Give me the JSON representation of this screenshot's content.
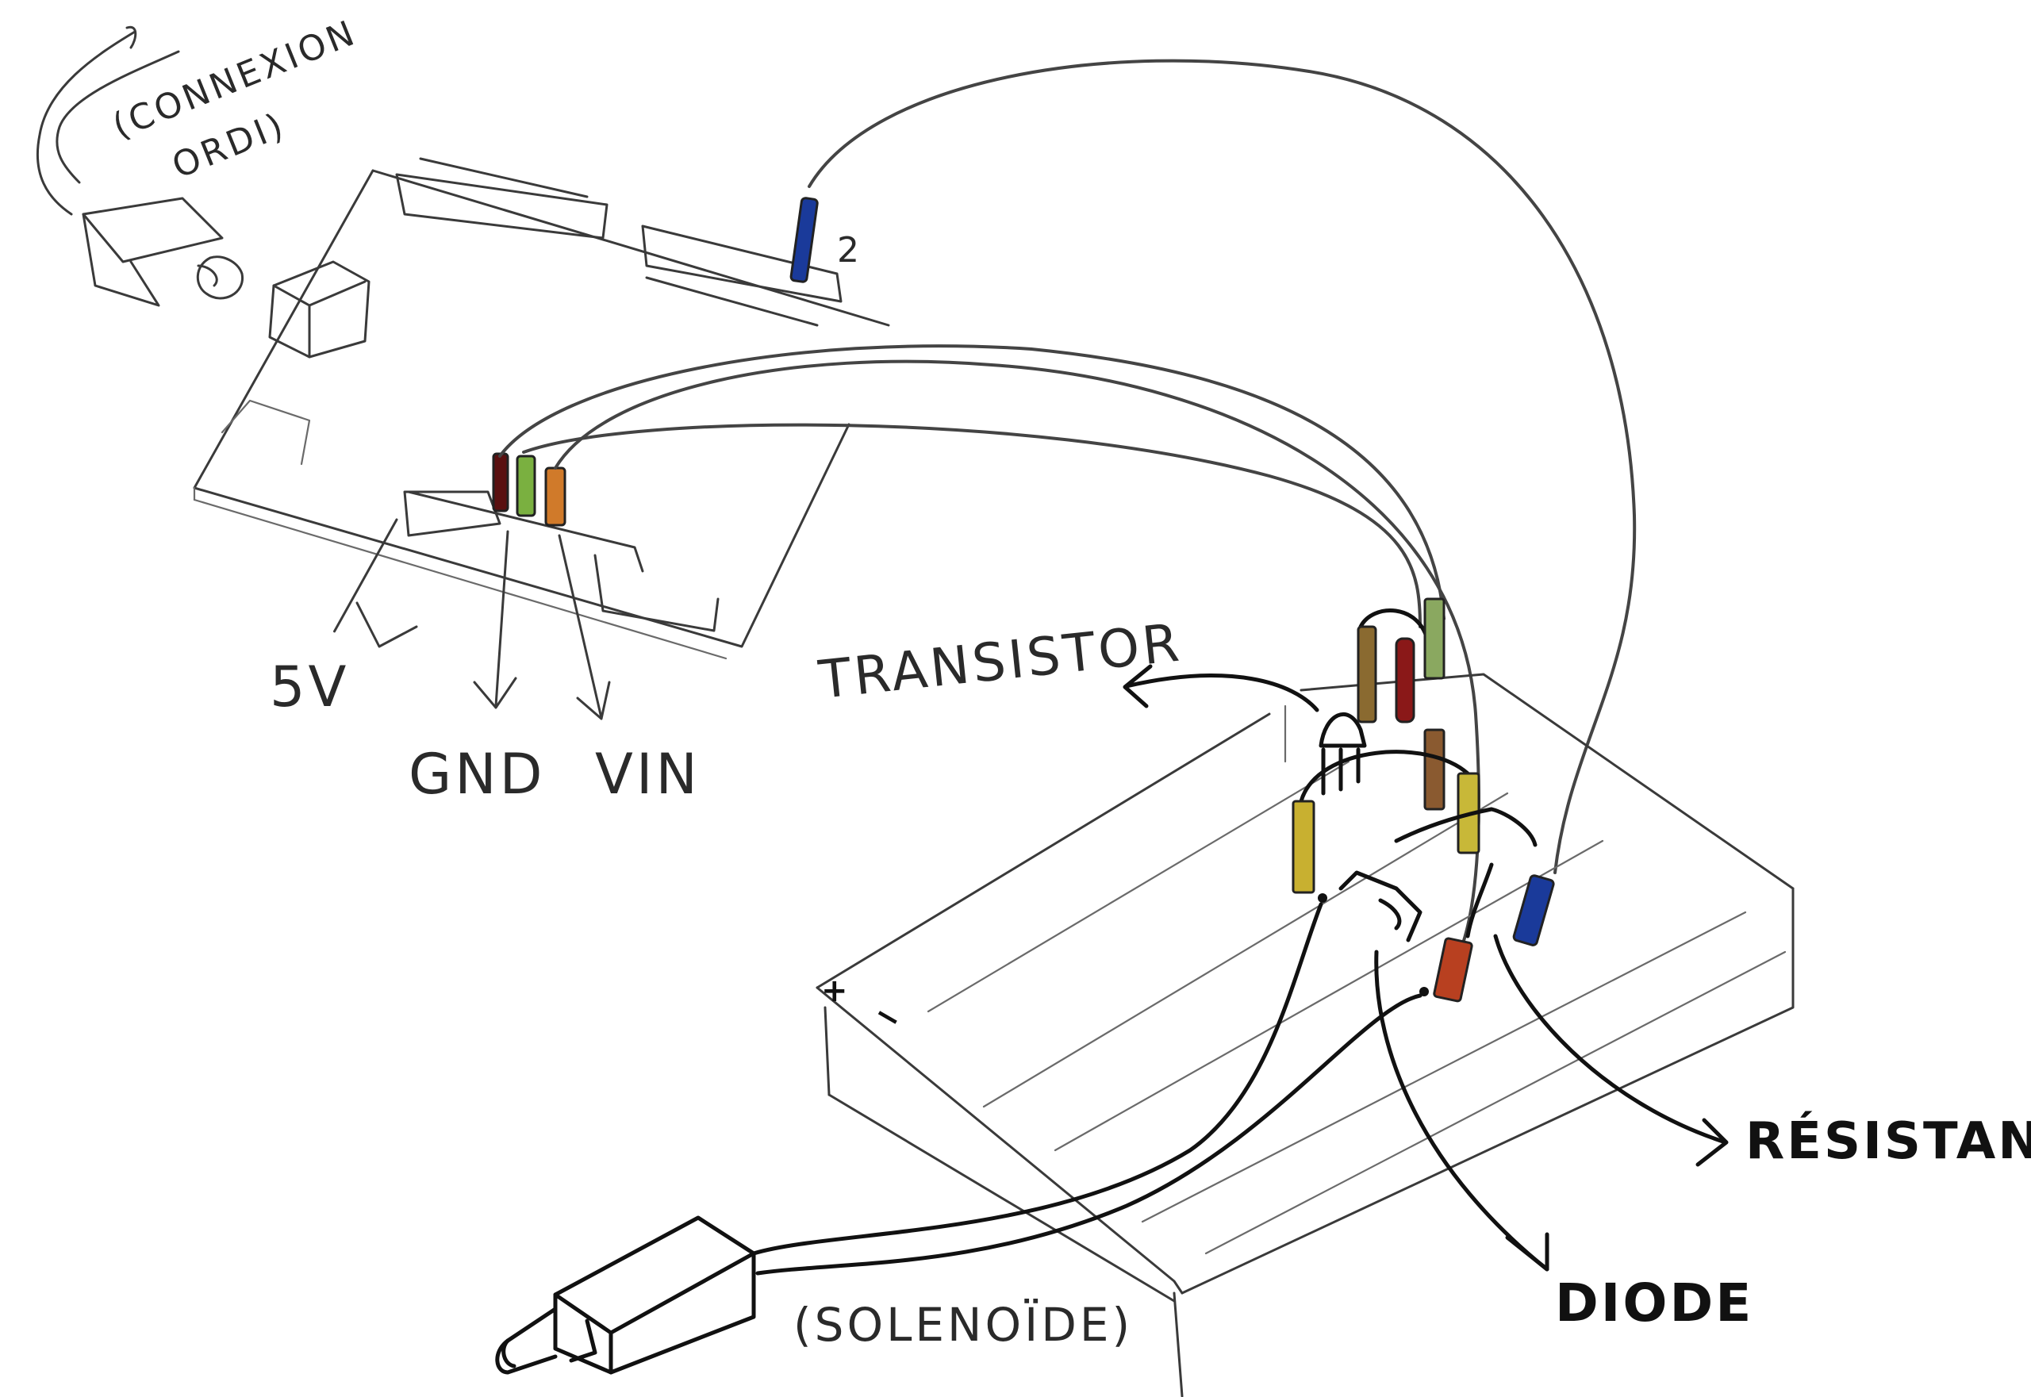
{
  "title": "Schéma de câblage Arduino – transistor – solénoïde",
  "labels": {
    "usb_connection": "(CONNEXION ORDI)",
    "usb_line1": "(CONNEXION",
    "usb_line2": "ORDI)",
    "pin_number": "2",
    "pin_5v": "5V",
    "pin_gnd": "GND",
    "pin_vin": "VIN",
    "transistor": "TRANSISTOR",
    "resistance": "RÉSISTANCE",
    "diode": "DIODE",
    "solenoid": "(SOLENOÏDE)",
    "rail_plus": "+",
    "rail_minus": "−"
  },
  "components": {
    "arduino_board": "Arduino",
    "breadboard": "Breadboard",
    "usb_cable": "USB cable",
    "solenoid": "Solenoid"
  },
  "jumper_colors": {
    "pin2_blue": "#1a3a9a",
    "power_5v_darkred": "#5a1010",
    "power_gnd_green": "#7ab040",
    "power_vin_orange": "#d07a2a",
    "bb_brown": "#8a6a30",
    "bb_red": "#8a1818",
    "bb_green": "#8aa860",
    "bb_brown2": "#8a5a30",
    "bb_yellow_left": "#c8b030",
    "bb_yellow_right": "#c8b838",
    "bb_red_bottom": "#b84020",
    "bb_blue": "#1a3a9a"
  }
}
